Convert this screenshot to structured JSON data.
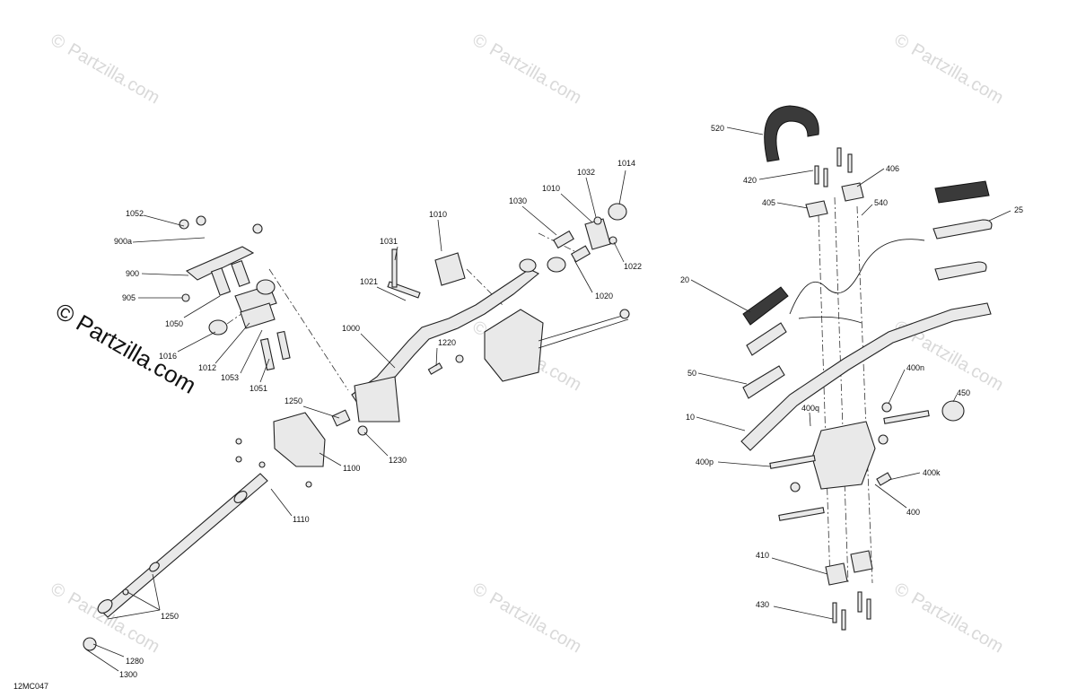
{
  "diagram_code": "12MC047",
  "watermark": {
    "text": "© Partzilla.com",
    "symbol": "©",
    "name": "Partzilla.com"
  },
  "labels": {
    "l1052": "1052",
    "l900a": "900a",
    "l900": "900",
    "l905": "905",
    "l1050": "1050",
    "l1016": "1016",
    "l1012": "1012",
    "l1053": "1053",
    "l1051": "1051",
    "l1031": "1031",
    "l1010a": "1010",
    "l1021": "1021",
    "l1000": "1000",
    "l1030": "1030",
    "l1010b": "1010",
    "l1032": "1032",
    "l1014": "1014",
    "l1022": "1022",
    "l1020": "1020",
    "l1220": "1220",
    "l1250a": "1250",
    "l1230": "1230",
    "l1100": "1100",
    "l1110": "1110",
    "l1250b": "1250",
    "l1280": "1280",
    "l1300": "1300",
    "l520": "520",
    "l420": "420",
    "l406": "406",
    "l405": "405",
    "l540": "540",
    "l25": "25",
    "l20": "20",
    "l50": "50",
    "l10": "10",
    "l400n": "400n",
    "l450": "450",
    "l400q": "400q",
    "l400p": "400p",
    "l400k": "400k",
    "l400": "400",
    "l410": "410",
    "l430": "430"
  }
}
